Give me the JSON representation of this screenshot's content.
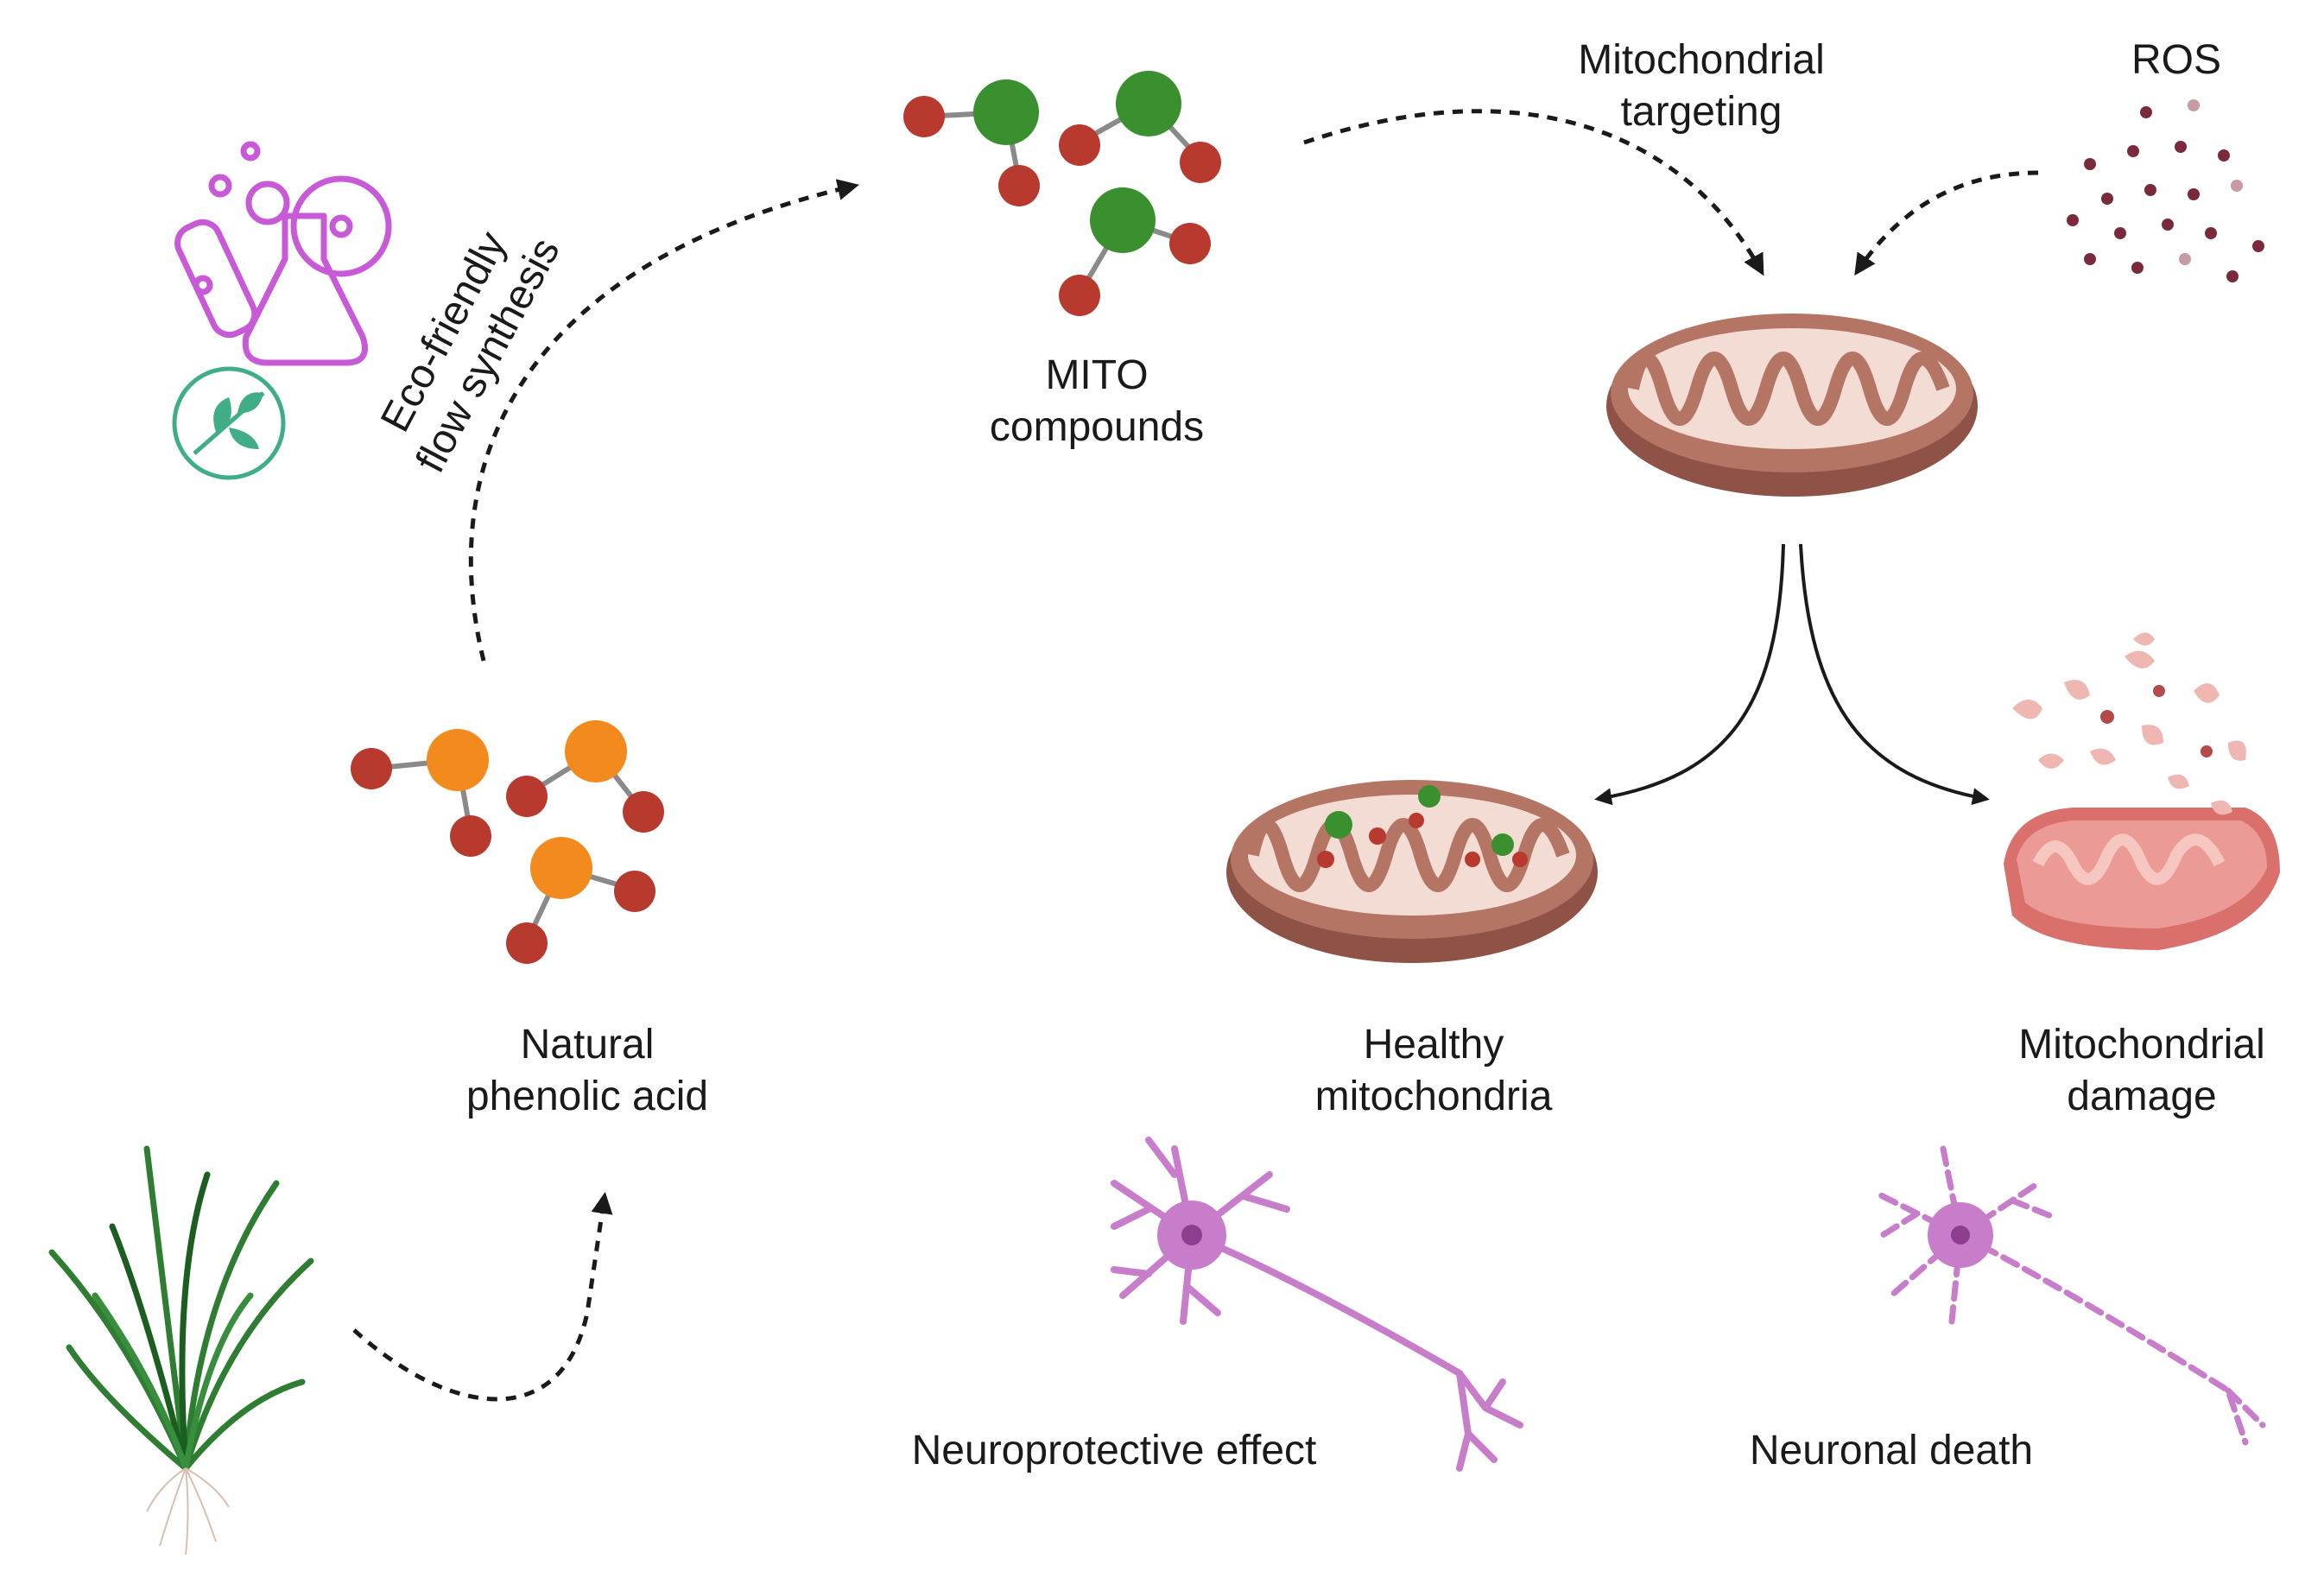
{
  "labels": {
    "eco_line1": "Eco-friendly",
    "eco_line2": "flow synthesis",
    "mito_compounds_line1": "MITO",
    "mito_compounds_line2": "compounds",
    "targeting_line1": "Mitochondrial",
    "targeting_line2": "targeting",
    "ros": "ROS",
    "phenolic_line1": "Natural",
    "phenolic_line2": "phenolic acid",
    "healthy_line1": "Healthy",
    "healthy_line2": "mitochondria",
    "damage_line1": "Mitochondrial",
    "damage_line2": "damage",
    "neuroprotective": "Neuroprotective effect",
    "neuronal_death": "Neuronal death"
  },
  "colors": {
    "arrow": "#1a1a1a",
    "oxygen_atom": "#b83a2e",
    "core_atom_mito": "#3a8f2e",
    "core_atom_phenolic": "#f28a1e",
    "mito_outer": "#a8685a",
    "mito_inner": "#f3dcd4",
    "damaged_mito": "#e58a86",
    "neuron": "#c77dc9",
    "lab_icon": "#c85ad8",
    "leaf_icon": "#3fae86",
    "grass": "#2e7d32",
    "ros_dot": "#7a2a3a"
  }
}
